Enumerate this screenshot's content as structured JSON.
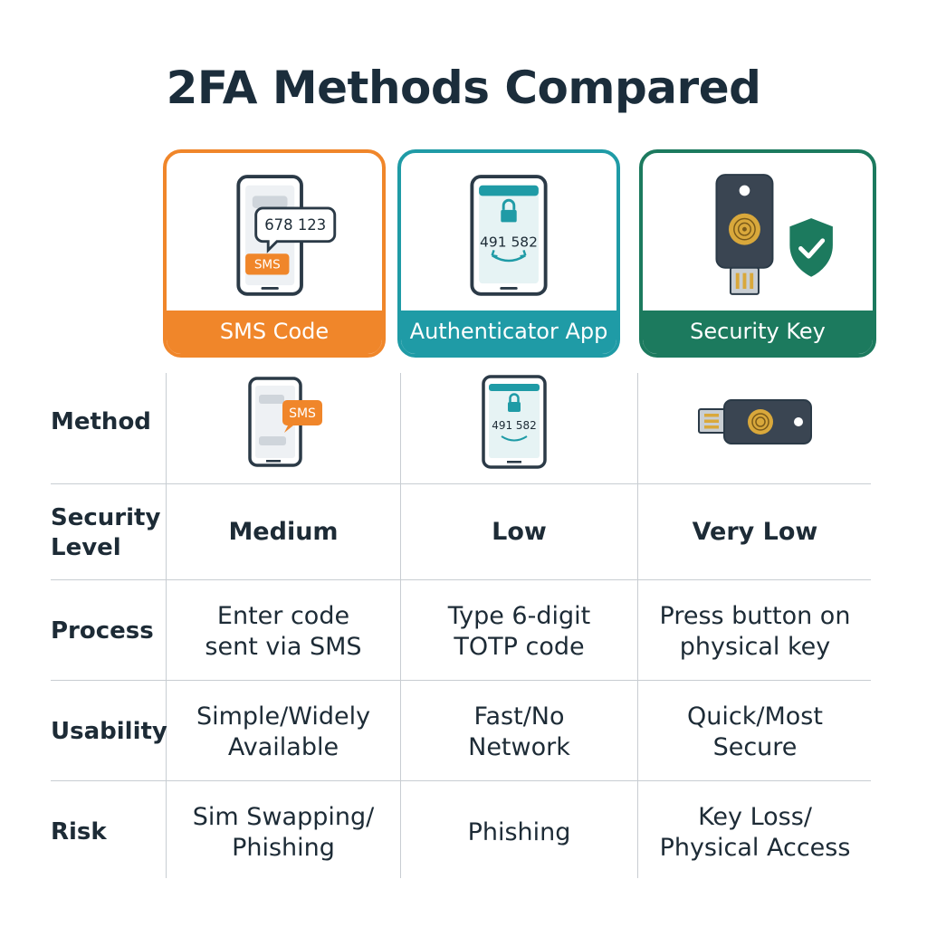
{
  "title": "2FA Methods Compared",
  "colors": {
    "sms": "#f0862a",
    "authenticator": "#1f9ba6",
    "security_key": "#1c7a5e",
    "text": "#1d2b36",
    "grid": "#c8cdd2"
  },
  "cards": [
    {
      "label": "SMS Code",
      "icon": "phone-sms-icon",
      "code": "678 123",
      "badge": "SMS"
    },
    {
      "label": "Authenticator App",
      "icon": "phone-authenticator-icon",
      "code": "491 582"
    },
    {
      "label": "Security Key",
      "icon": "security-key-shield-icon"
    }
  ],
  "rows": {
    "method": {
      "label": "Method",
      "sms_badge": "SMS",
      "auth_code": "491 582",
      "icons": [
        "phone-sms-icon",
        "phone-authenticator-icon",
        "usb-security-key-icon"
      ]
    },
    "security_level": {
      "label_line1": "Security",
      "label_line2": "Level",
      "values": [
        "Medium",
        "Low",
        "Very Low"
      ]
    },
    "process": {
      "label": "Process",
      "values": [
        [
          "Enter code",
          "sent via SMS"
        ],
        [
          "Type 6-digit",
          "TOTP code"
        ],
        [
          "Press button on",
          "physical key"
        ]
      ]
    },
    "usability": {
      "label": "Usability",
      "values": [
        [
          "Simple/Widely",
          "Available"
        ],
        [
          "Fast/No",
          "Network"
        ],
        [
          "Quick/Most",
          "Secure"
        ]
      ]
    },
    "risk": {
      "label": "Risk",
      "values": [
        [
          "Sim Swapping/",
          "Phishing"
        ],
        [
          "Phishing"
        ],
        [
          "Key Loss/",
          "Physical Access"
        ]
      ]
    }
  }
}
